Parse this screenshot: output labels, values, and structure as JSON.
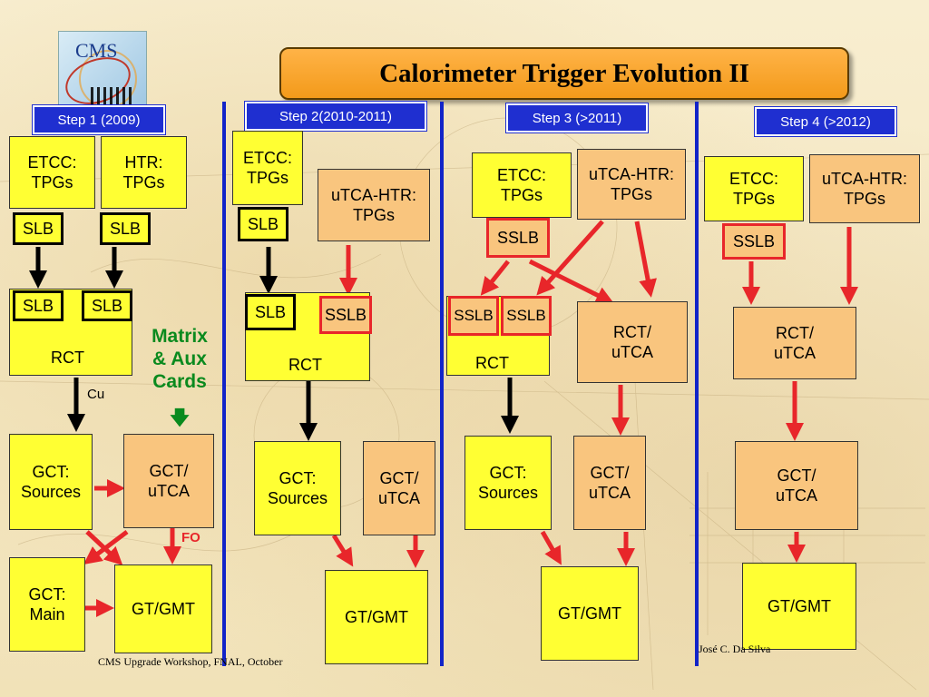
{
  "title": "Calorimeter Trigger Evolution II",
  "logo": {
    "text": "CMS"
  },
  "steps": [
    {
      "label": "Step 1 (2009)"
    },
    {
      "label": "Step 2(2010-2011)"
    },
    {
      "label": "Step 3 (>2011)"
    },
    {
      "label": "Step 4 (>2012)"
    }
  ],
  "step1": {
    "etcc": "ETCC:\nTPGs",
    "htr": "HTR:\nTPGs",
    "slb": "SLB",
    "rct": "RCT",
    "cu": "Cu",
    "matrix": "Matrix\n& Aux\nCards",
    "matrix_arrow": "🡇",
    "gct_sources": "GCT:\nSources",
    "gct_utca": "GCT/\nuTCA",
    "fo": "FO",
    "gct_main": "GCT:\nMain",
    "gt_gmt": "GT/GMT"
  },
  "step2": {
    "etcc": "ETCC:\nTPGs",
    "utca_htr": "uTCA-HTR:\nTPGs",
    "slb": "SLB",
    "sslb": "SSLB",
    "rct": "RCT",
    "gct_sources": "GCT:\nSources",
    "gct_utca": "GCT/\nuTCA",
    "gt_gmt": "GT/GMT"
  },
  "step3": {
    "etcc": "ETCC:\nTPGs",
    "utca_htr": "uTCA-HTR:\nTPGs",
    "sslb": "SSLB",
    "rct": "RCT",
    "rct_utca": "RCT/\nuTCA",
    "gct_sources": "GCT:\nSources",
    "gct_utca": "GCT/\nuTCA",
    "gt_gmt": "GT/GMT"
  },
  "step4": {
    "etcc": "ETCC:\nTPGs",
    "utca_htr": "uTCA-HTR:\nTPGs",
    "sslb": "SSLB",
    "rct_utca": "RCT/\nuTCA",
    "gct_utca": "GCT/\nuTCA",
    "gt_gmt": "GT/GMT"
  },
  "footer": {
    "left": "CMS Upgrade Workshop, FNAL, October",
    "right": "José C. Da Silva"
  },
  "colors": {
    "yellow_box": "#ffff33",
    "orange_box": "#f9c57e",
    "step_blue": "#1f2fd0",
    "red_arrow": "#e8262a",
    "black_arrow": "#000000",
    "green_text": "#0a8a1e"
  }
}
